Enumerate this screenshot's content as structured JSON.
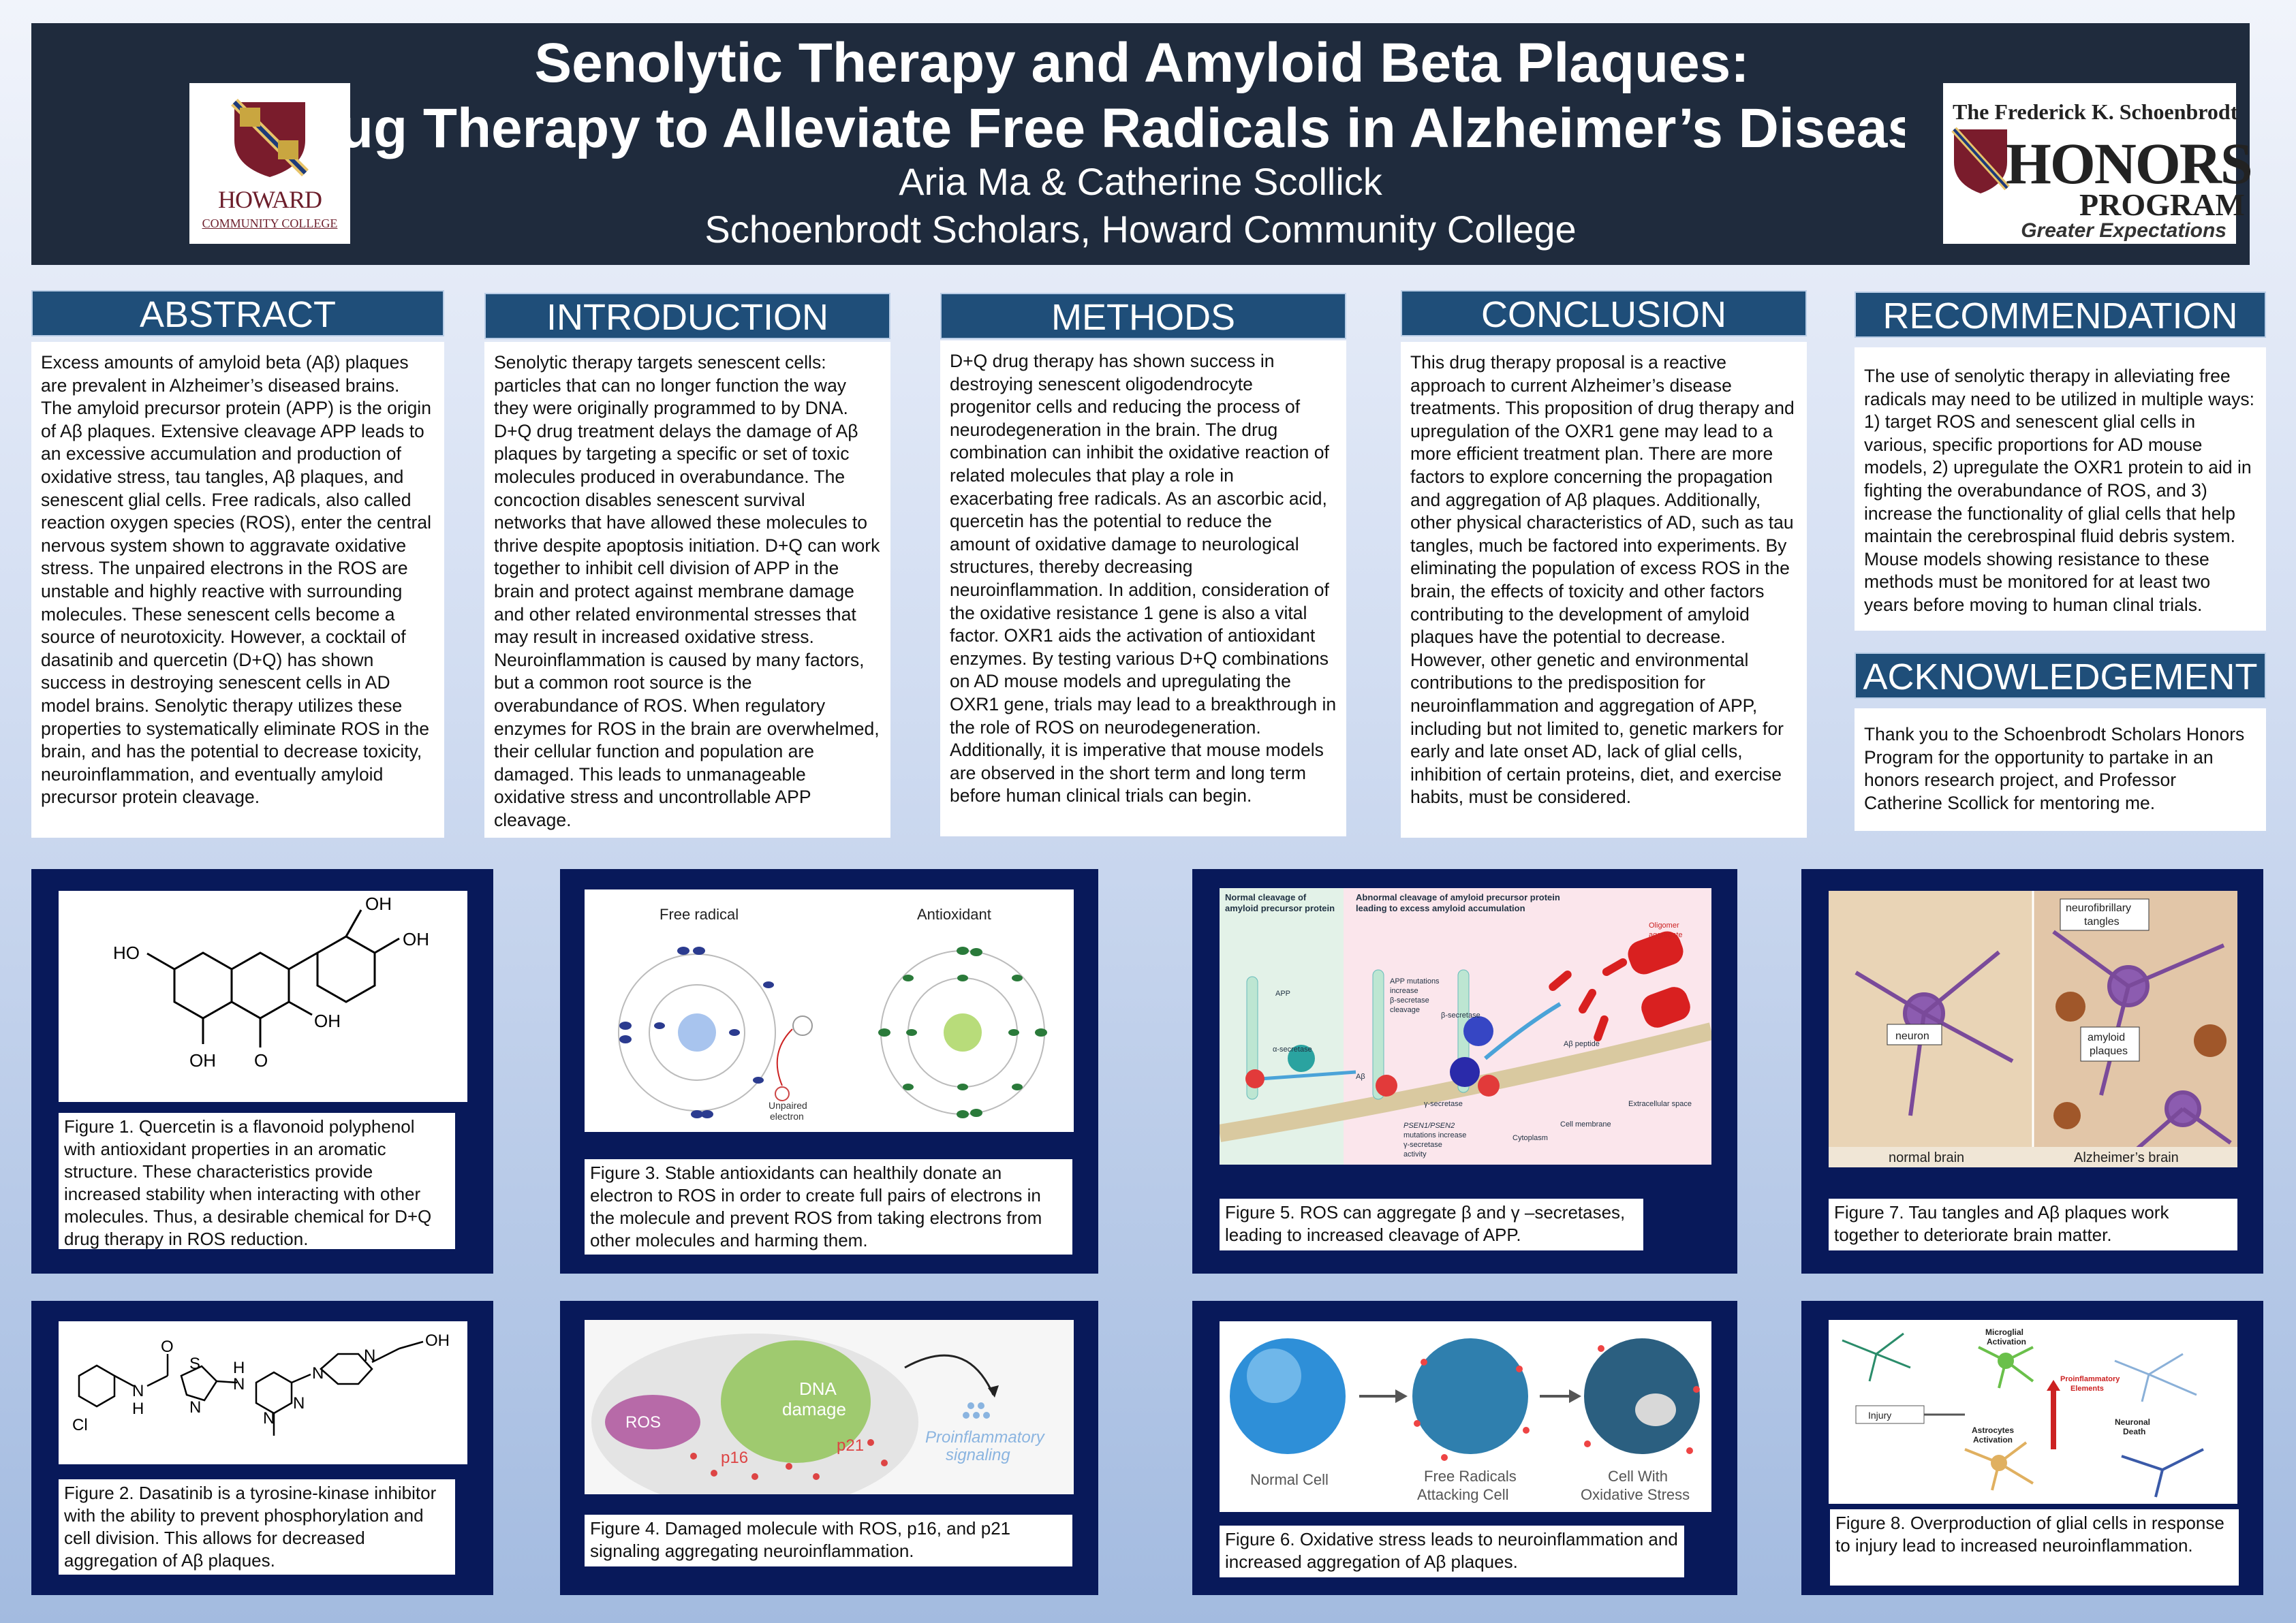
{
  "header": {
    "title_line1": "Senolytic Therapy and Amyloid Beta Plaques:",
    "title_line2": "rug Therapy to Alleviate Free Radicals in Alzheimer’s Disease",
    "authors": "Aria Ma & Catherine Scollick",
    "affiliation": "Schoenbrodt Scholars, Howard Community College",
    "left_logo": {
      "name": "HOWARD",
      "sub": "COMMUNITY COLLEGE"
    },
    "right_logo": {
      "top": "The Frederick K. Schoenbrodt",
      "big": "HONORS",
      "program": "PROGRAM",
      "tagline": "Greater Expectations"
    }
  },
  "sections": [
    {
      "heading": "ABSTRACT",
      "body": "Excess amounts of amyloid beta (Aβ) plaques are prevalent in Alzheimer’s diseased brains. The amyloid precursor protein (APP) is the origin of Aβ plaques. Extensive cleavage APP leads to an excessive accumulation and production of oxidative stress, tau tangles, Aβ plaques, and senescent glial cells. Free radicals, also called reaction oxygen species (ROS), enter the central nervous system shown to aggravate oxidative stress. The unpaired electrons in the ROS are unstable and highly reactive with surrounding molecules. These senescent cells become a source of neurotoxicity. However, a cocktail of dasatinib and quercetin (D+Q) has shown success in destroying senescent cells in AD model brains. Senolytic therapy utilizes these properties to systematically eliminate ROS in the brain, and has the potential to decrease toxicity, neuroinflammation, and eventually amyloid precursor protein cleavage."
    },
    {
      "heading": "INTRODUCTION",
      "body": "Senolytic therapy targets senescent cells: particles that can no longer function the way they were originally programmed to by DNA. D+Q drug treatment delays the damage of Aβ plaques by targeting a specific or set of toxic molecules produced in overabundance. The concoction disables senescent survival networks that have allowed these molecules to thrive despite apoptosis initiation. D+Q can work together to inhibit cell division of APP in the brain and protect against membrane damage and other related environmental stresses that may result in increased oxidative stress. Neuroinflammation is caused by many factors, but a common root source is the overabundance of ROS. When regulatory enzymes for ROS in the brain are overwhelmed, their cellular function and population are damaged. This leads to unmanageable oxidative stress and uncontrollable APP cleavage."
    },
    {
      "heading": "METHODS",
      "body": "D+Q drug therapy has shown success in destroying senescent oligodendrocyte progenitor cells and reducing the process of neurodegeneration in the brain. The drug combination can inhibit the oxidative reaction of related molecules that play a role in exacerbating free radicals. As an ascorbic acid, quercetin has the potential to reduce the amount of oxidative damage to neurological structures, thereby decreasing neuroinflammation. In addition, consideration of the oxidative resistance 1 gene is also a vital factor. OXR1 aids the activation of antioxidant enzymes. By testing various D+Q combinations on AD mouse models and upregulating the OXR1 gene, trials may lead to a breakthrough in the role of ROS on neurodegeneration. Additionally, it is imperative that mouse models are observed in the short term and long term before human clinical trials can begin."
    },
    {
      "heading": "CONCLUSION",
      "body": "This drug therapy proposal is a reactive approach to current Alzheimer’s disease treatments. This proposition of drug therapy and upregulation of the OXR1 gene may lead to a more efficient treatment plan. There are more factors to explore concerning the propagation and aggregation of Aβ plaques. Additionally, other physical characteristics of AD, such as tau tangles, much be factored into experiments. By eliminating the population of excess ROS in the brain, the effects of toxicity and other factors contributing to the development of amyloid plaques have the potential to decrease. However, other genetic and environmental contributions to the predisposition for neuroinflammation and aggregation of APP, including but not limited to, genetic markers for early and late onset AD, lack of glial cells, inhibition of certain proteins, diet, and exercise habits, must be considered."
    },
    {
      "heading": "RECOMMENDATION",
      "body": "The use of senolytic therapy in alleviating free radicals may need to be utilized in multiple ways: 1) target ROS and senescent glial cells in various, specific proportions for AD mouse models, 2) upregulate the OXR1 protein to aid in fighting the overabundance of ROS, and 3) increase the functionality of glial cells that help maintain the cerebrospinal fluid debris system. Mouse models showing resistance to these methods must be monitored for at least two years before moving to human clinal trials."
    },
    {
      "heading": "ACKNOWLEDGEMENT",
      "body": "Thank you to the Schoenbrodt Scholars Honors Program for the opportunity to partake in an honors research project, and Professor Catherine Scollick for mentoring me."
    }
  ],
  "figures": {
    "fig1": {
      "caption": "Figure 1. Quercetin is a flavonoid polyphenol with antioxidant properties in an aromatic structure. These characteristics provide increased stability when interacting with other molecules. Thus, a desirable chemical for D+Q drug therapy in ROS reduction.",
      "labels": {
        "oh1": "OH",
        "oh2": "OH",
        "ho": "HO",
        "oh3": "OH",
        "oh4": "OH",
        "o": "O"
      }
    },
    "fig2": {
      "caption": "Figure 2. Dasatinib is a tyrosine-kinase inhibitor with the ability to prevent phosphorylation and cell division. This allows for decreased aggregation of Aβ plaques.",
      "labels": {
        "cl": "Cl",
        "n1": "N",
        "h1": "H",
        "o1": "O",
        "s": "S",
        "n2": "N",
        "n3": "N",
        "h2": "H",
        "n4": "N",
        "n5": "N",
        "n6": "N",
        "n7": "N",
        "oh": "OH"
      }
    },
    "fig3": {
      "caption": "Figure 3. Stable antioxidants can healthily donate an electron to ROS in order to create full pairs of electrons in the molecule and prevent ROS from taking electrons from other molecules and harming them.",
      "labels": {
        "free": "Free radical",
        "anti": "Antioxidant",
        "unpaired1": "Unpaired",
        "unpaired2": "electron"
      }
    },
    "fig4": {
      "caption": "Figure 4. Damaged molecule with ROS, p16, and p21 signaling aggregating neuroinflammation.",
      "labels": {
        "dna1": "DNA",
        "dna2": "damage",
        "ros": "ROS",
        "p16": "p16",
        "p21": "p21",
        "pro1": "Proinflammatory",
        "pro2": "signaling"
      }
    },
    "fig5": {
      "caption": "Figure 5. ROS can aggregate β and γ –secretases, leading to increased cleavage of APP.",
      "labels": {
        "normal1": "Normal cleavage of",
        "normal2": "amyloid precursor protein",
        "abn1": "Abnormal cleavage of amyloid precursor protein",
        "abn2": "leading to excess amyloid accumulation",
        "app": "APP",
        "alpha": "α-secretase",
        "mut1": "APP mutations",
        "mut2": "increase",
        "mut3": "β-secretase",
        "mut4": "cleavage",
        "beta": "β-secretase",
        "ab": "Aβ",
        "gamma": "γ-secretase",
        "psen1": "PSEN1/PSEN2",
        "psen2": "mutations increase",
        "psen3": "γ-secretase",
        "psen4": "activity",
        "oligo1": "Oligomer",
        "oligo2": "aggregate",
        "peptide": "Aβ peptide",
        "extra": "Extracellular space",
        "memb": "Cell membrane",
        "cyto": "Cytoplasm"
      }
    },
    "fig6": {
      "caption": "Figure 6. Oxidative stress leads to neuroinflammation and increased aggregation of Aβ plaques.",
      "labels": {
        "normal": "Normal Cell",
        "free1": "Free Radicals",
        "free2": "Attacking Cell",
        "ox1": "Cell With",
        "ox2": "Oxidative Stress"
      }
    },
    "fig7": {
      "caption": "Figure 7. Tau tangles and Aβ plaques work together to deteriorate brain matter.",
      "labels": {
        "neuro1": "neurofibrillary",
        "neuro2": "tangles",
        "neuron": "neuron",
        "amy1": "amyloid",
        "amy2": "plaques",
        "normal": "normal brain",
        "alz": "Alzheimer’s brain"
      }
    },
    "fig8": {
      "caption": "Figure 8. Overproduction of glial cells in response to injury lead to increased neuroinflammation.",
      "labels": {
        "micro1": "Microglial",
        "micro2": "Activation",
        "injury": "Injury",
        "pro1": "Proinflammatory",
        "pro2": "Elements",
        "astro1": "Astrocytes",
        "astro2": "Activation",
        "death1": "Neuronal",
        "death2": "Death"
      }
    }
  },
  "colors": {
    "banner": "#1f2b3d",
    "section_head": "#1f4e79",
    "figure_frame": "#08195a",
    "howard_maroon": "#6d1f2c"
  }
}
